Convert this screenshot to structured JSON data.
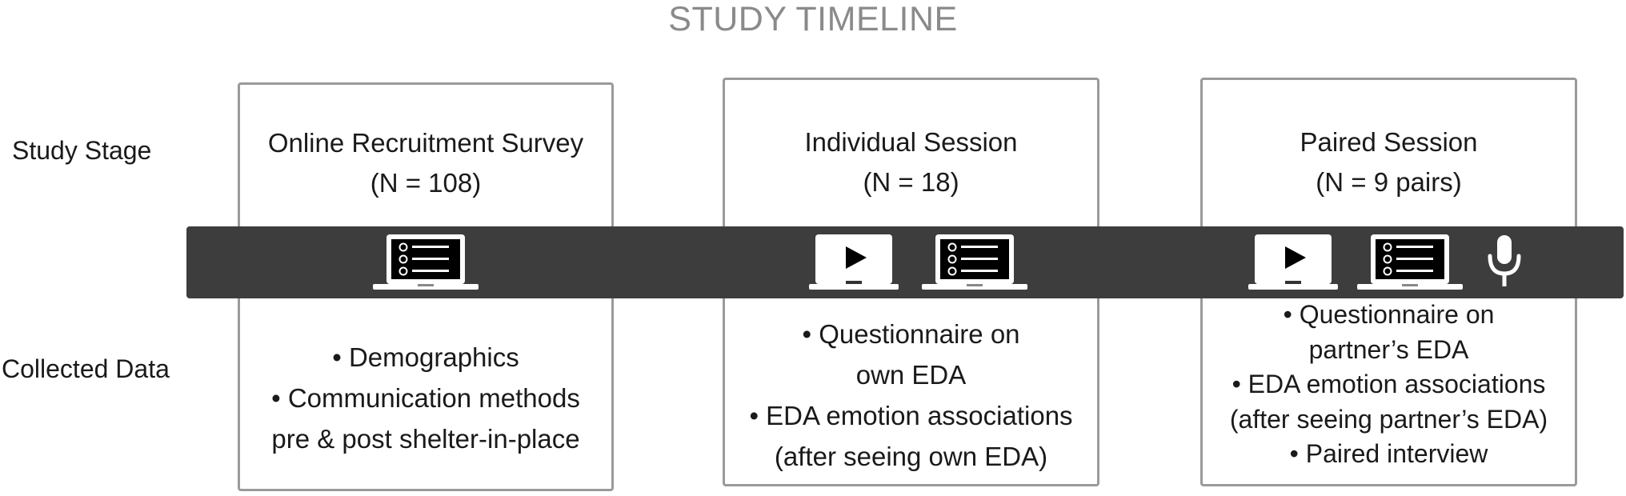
{
  "title": "STUDY TIMELINE",
  "row_labels": {
    "stage": "Study Stage",
    "data": "Collected Data"
  },
  "stages": [
    {
      "name": "Online Recruitment Survey",
      "n": "(N = 108)",
      "icons": [
        "survey-laptop-icon"
      ],
      "data": [
        "• Demographics",
        "• Communication methods",
        "pre & post shelter-in-place"
      ]
    },
    {
      "name": "Individual Session",
      "n": "(N = 18)",
      "icons": [
        "video-laptop-icon",
        "survey-laptop-icon"
      ],
      "data": [
        "• Questionnaire on",
        "own EDA",
        "• EDA emotion associations",
        "(after seeing own EDA)"
      ]
    },
    {
      "name": "Paired Session",
      "n": "(N = 9 pairs)",
      "icons": [
        "video-laptop-icon",
        "survey-laptop-icon",
        "microphone-icon"
      ],
      "data": [
        "• Questionnaire on",
        "partner’s EDA",
        "• EDA emotion associations",
        "(after seeing partner’s EDA)",
        "• Paired interview"
      ]
    }
  ],
  "colors": {
    "band": "#3d3d3d",
    "box_border": "#9a9a9a",
    "title": "#8a8a8a"
  }
}
